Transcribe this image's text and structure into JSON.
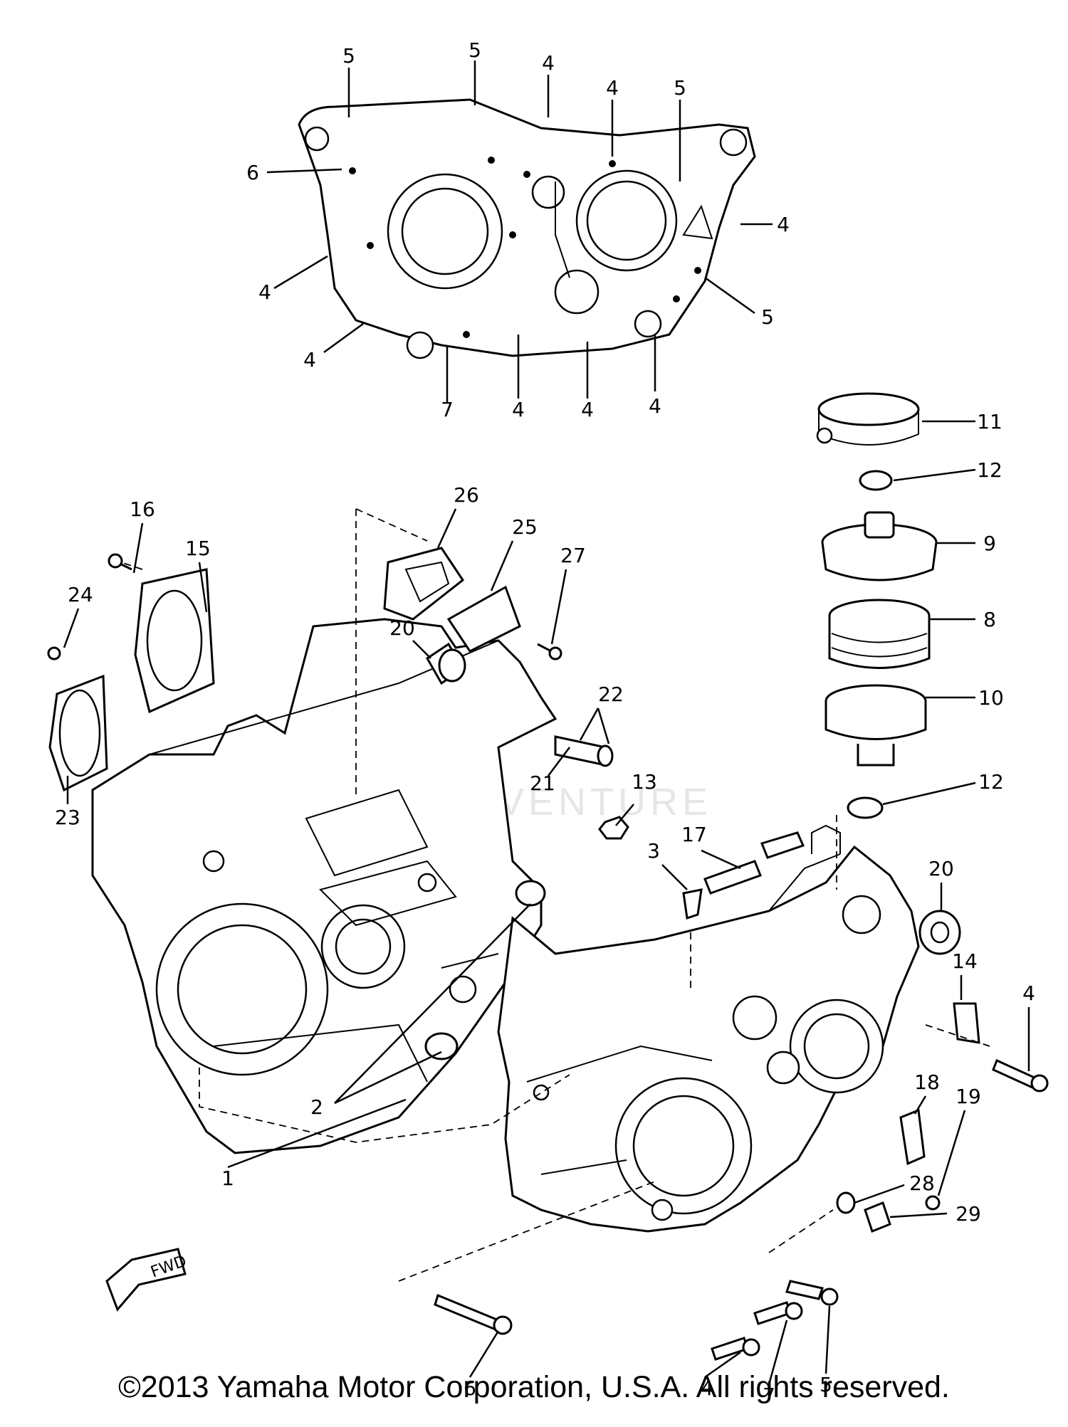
{
  "callouts": {
    "c_5a": "5",
    "c_5b": "5",
    "c_4a": "4",
    "c_4b": "4",
    "c_5c": "5",
    "c_6a": "6",
    "c_4c": "4",
    "c_4d": "4",
    "c_5d": "5",
    "c_4e": "4",
    "c_7a": "7",
    "c_4f": "4",
    "c_4g": "4",
    "c_4h": "4",
    "c_11": "11",
    "c_12a": "12",
    "c_9": "9",
    "c_8": "8",
    "c_10": "10",
    "c_12b": "12",
    "c_16": "16",
    "c_15": "15",
    "c_26": "26",
    "c_25": "25",
    "c_27": "27",
    "c_24": "24",
    "c_20a": "20",
    "c_22": "22",
    "c_23": "23",
    "c_21": "21",
    "c_13": "13",
    "c_17": "17",
    "c_3": "3",
    "c_20b": "20",
    "c_14": "14",
    "c_4i": "4",
    "c_18": "18",
    "c_19": "19",
    "c_2": "2",
    "c_1": "1",
    "c_28": "28",
    "c_29": "29",
    "c_6b": "6",
    "c_4j": "4",
    "c_7b": "7",
    "c_5e": "5"
  },
  "fwd_label": "FWD",
  "watermark": "VENTURE",
  "copyright": "©2013 Yamaha Motor Corporation, U.S.A. All rights reserved."
}
